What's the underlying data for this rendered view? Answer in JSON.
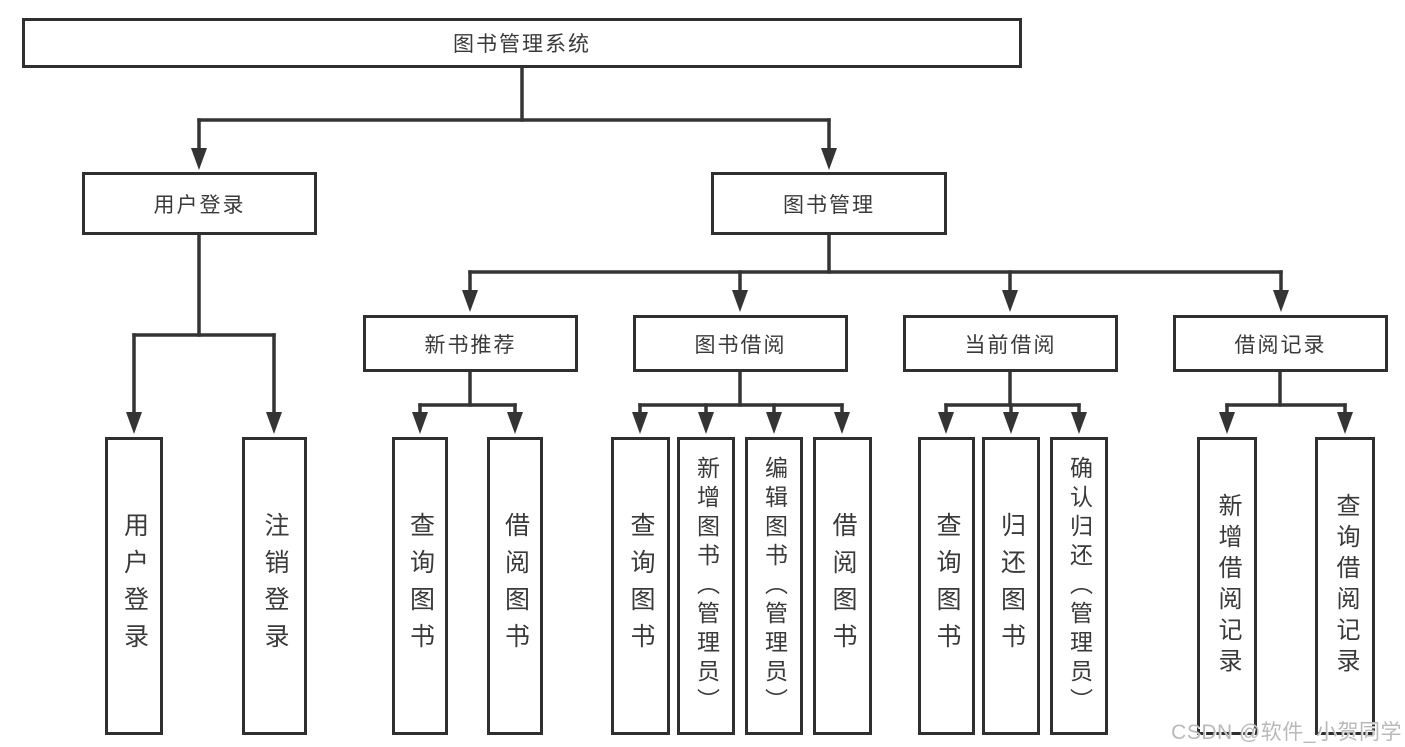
{
  "colors": {
    "background": "#ffffff",
    "box_border": "#2f2f2f",
    "connector_line": "#343434",
    "text": "#3a3a3a",
    "watermark": "#b9b9b9"
  },
  "watermark": {
    "text": "CSDN @软件_小贺同学"
  },
  "tree": {
    "root": {
      "label": "图书管理系统",
      "children": [
        {
          "label": "用户登录",
          "children": [
            {
              "label": "用户登录"
            },
            {
              "label": "注销登录"
            }
          ]
        },
        {
          "label": "图书管理",
          "children": [
            {
              "label": "新书推荐",
              "children": [
                {
                  "label": "查询图书"
                },
                {
                  "label": "借阅图书"
                }
              ]
            },
            {
              "label": "图书借阅",
              "children": [
                {
                  "label": "查询图书"
                },
                {
                  "label": "新增图书（管理员）"
                },
                {
                  "label": "编辑图书（管理员）"
                },
                {
                  "label": "借阅图书"
                }
              ]
            },
            {
              "label": "当前借阅",
              "children": [
                {
                  "label": "查询图书"
                },
                {
                  "label": "归还图书"
                },
                {
                  "label": "确认归还（管理员）"
                }
              ]
            },
            {
              "label": "借阅记录",
              "children": [
                {
                  "label": "新增借阅记录"
                },
                {
                  "label": "查询借阅记录"
                }
              ]
            }
          ]
        }
      ]
    }
  }
}
